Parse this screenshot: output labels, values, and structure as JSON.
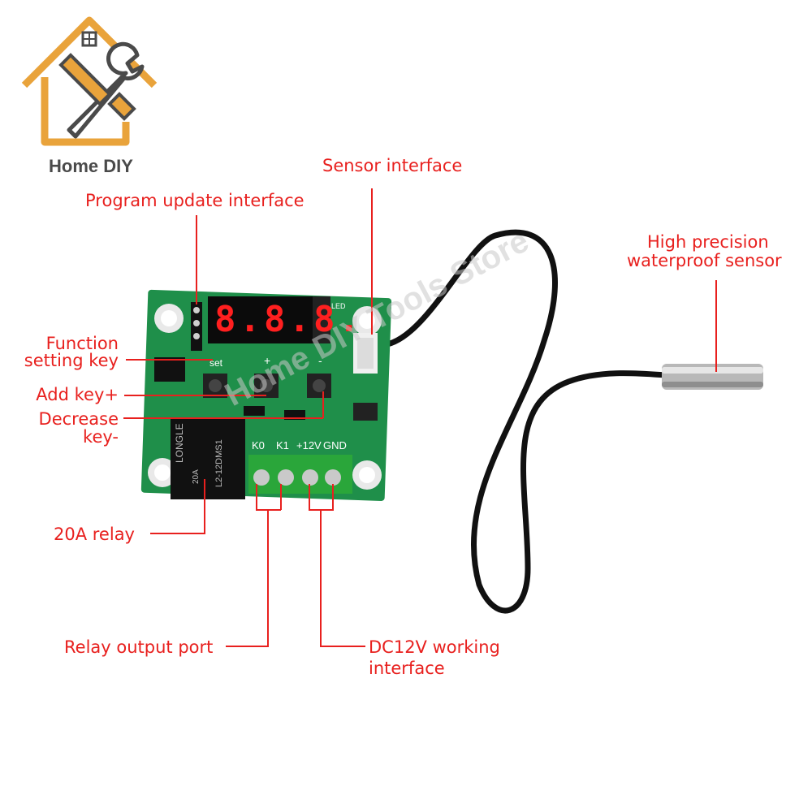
{
  "brand": {
    "name": "Home DIY"
  },
  "watermark": "Home DIY Tools Store",
  "labels": {
    "program_update": "Program update interface",
    "sensor_interface": "Sensor interface",
    "waterproof_sensor_line1": "High precision",
    "waterproof_sensor_line2": "waterproof sensor",
    "function_key_line1": "Function",
    "function_key_line2": "setting key",
    "add_key": "Add key+",
    "decrease_key_line1": "Decrease",
    "decrease_key_line2": "key-",
    "relay": "20A relay",
    "relay_output": "Relay output port",
    "dc12v_line1": "DC12V working",
    "dc12v_line2": "interface"
  },
  "board": {
    "display": "8.8.8.",
    "set_label": "set",
    "plus_label": "+",
    "minus_label": "-",
    "led_label": "LED",
    "terminals": [
      "K0",
      "K1",
      "+12V",
      "GND"
    ],
    "relay_text": [
      "LONGLE",
      "L2-12DMS1",
      "20A"
    ]
  },
  "colors": {
    "annotation": "#e8201e",
    "pcb": "#1f8f4a",
    "terminal_block": "#2aa63a",
    "display_red": "#ff1f1f",
    "cable": "#111111"
  },
  "icons": [
    "house-logo-icon",
    "wrench-icon",
    "screwdriver-icon"
  ]
}
